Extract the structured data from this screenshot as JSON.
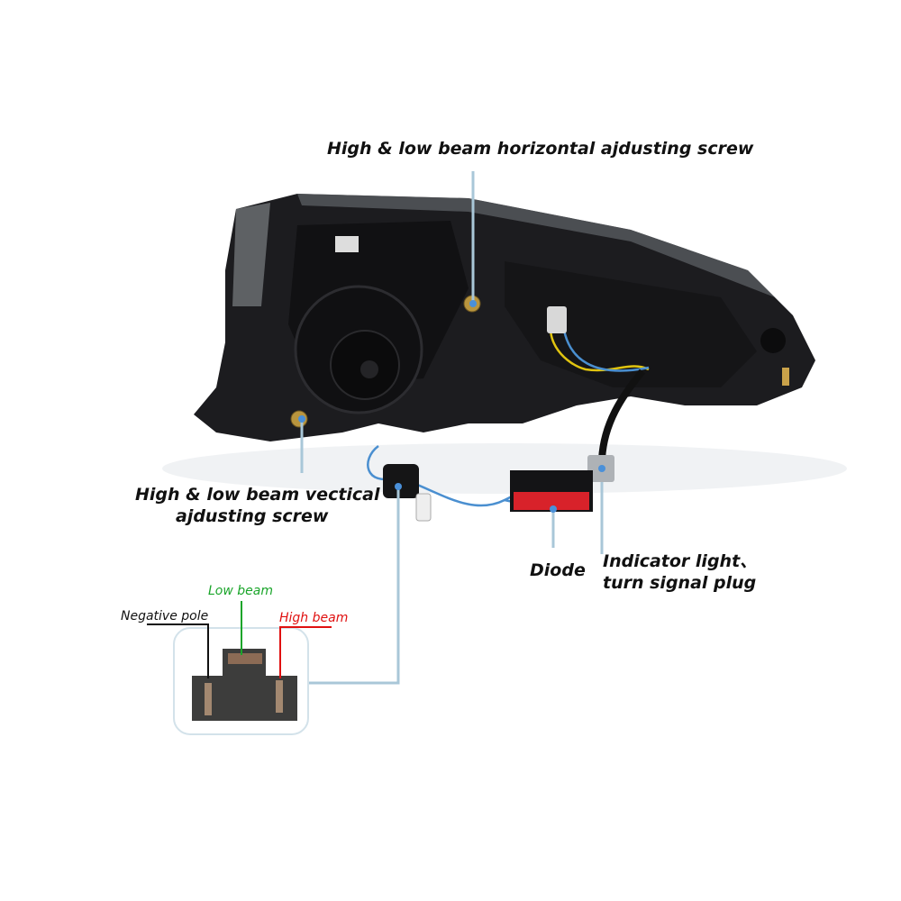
{
  "callouts": {
    "horizontal_screw": "High & low beam horizontal ajdusting screw",
    "vertical_screw_line1": "High & low beam vectical",
    "vertical_screw_line2": "ajdusting screw",
    "diode": "Diode",
    "indicator_line1": "Indicator light、",
    "indicator_line2": "turn signal plug"
  },
  "connector_pins": {
    "negative": {
      "label": "Negative pole",
      "color": "#111111"
    },
    "low": {
      "label": "Low beam",
      "color": "#1aa52a"
    },
    "high": {
      "label": "High beam",
      "color": "#e01010"
    }
  },
  "colors": {
    "leader_line": "#a9c7d8",
    "housing": "#1b1b1d",
    "diode_red": "#d8222a"
  }
}
